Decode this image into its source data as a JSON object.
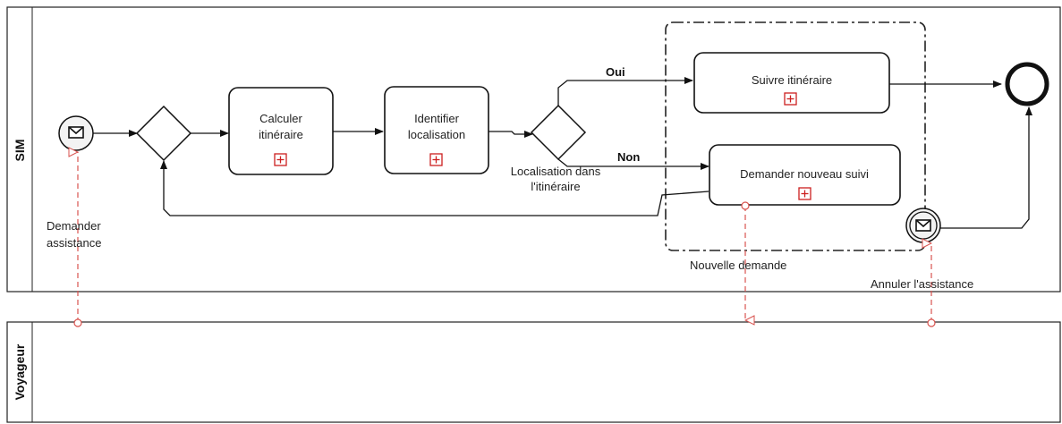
{
  "pools": {
    "sim": {
      "label": "SIM"
    },
    "voyageur": {
      "label": "Voyageur"
    }
  },
  "tasks": {
    "calculer": {
      "line1": "Calculer",
      "line2": "itinéraire"
    },
    "identifier": {
      "line1": "Identifier",
      "line2": "localisation"
    },
    "suivre": {
      "line1": "Suivre itinéraire"
    },
    "demander_suivi": {
      "line1": "Demander nouveau suivi"
    }
  },
  "gateway": {
    "label_line1": "Localisation dans",
    "label_line2": "l'itinéraire",
    "yes_label": "Oui",
    "no_label": "Non"
  },
  "message_flows": {
    "demander_assistance_line1": "Demander",
    "demander_assistance_line2": "assistance",
    "nouvelle_demande": "Nouvelle demande",
    "annuler_assistance": "Annuler l'assistance"
  },
  "colors": {
    "message_flow": "#d9534f",
    "subprocess_marker": "#cc1f1f",
    "stroke": "#111111"
  }
}
